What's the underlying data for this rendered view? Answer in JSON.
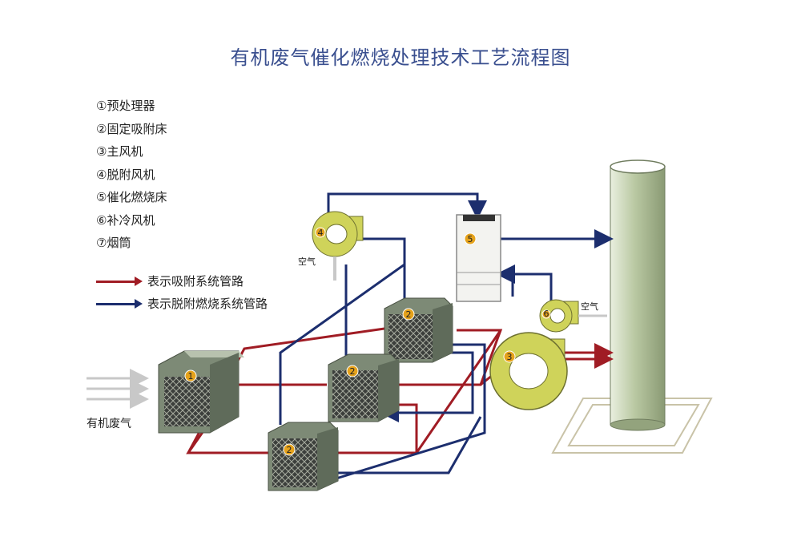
{
  "title": "有机废气催化燃烧处理技术工艺流程图",
  "components": [
    "①预处理器",
    "②固定吸附床",
    "③主风机",
    "④脱附风机",
    "⑤催化燃烧床",
    "⑥补冷风机",
    "⑦烟筒"
  ],
  "legend": {
    "adsorption": {
      "label": "表示吸附系统管路",
      "color": "#a01c24"
    },
    "desorption": {
      "label": "表示脱附燃烧系统管路",
      "color": "#1c2e6e"
    }
  },
  "labels": {
    "inlet": "有机废气",
    "air_top": "空气",
    "air_right": "空气"
  },
  "markers": {
    "m1": "1",
    "m2a": "2",
    "m2b": "2",
    "m2c": "2",
    "m3": "3",
    "m4": "4",
    "m5": "5",
    "m6": "6"
  },
  "colors": {
    "red": "#a01c24",
    "blue": "#1c2e6e",
    "stack": "#b9c8a2",
    "fan": "#cfd35a",
    "box": "#8e9a84"
  }
}
